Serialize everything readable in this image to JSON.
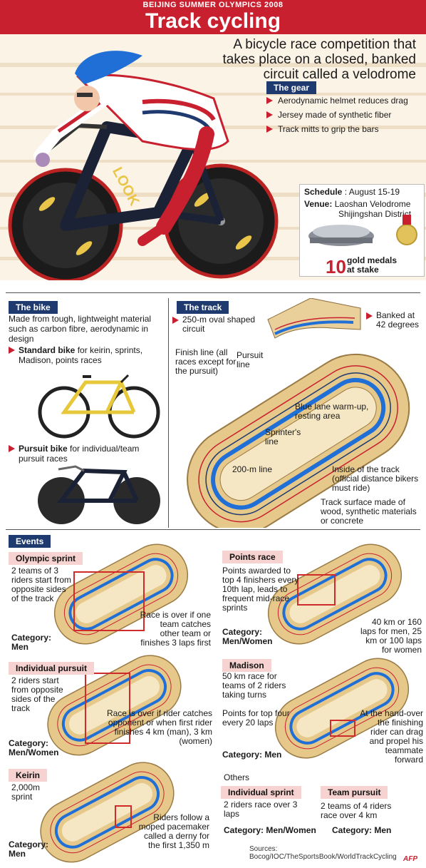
{
  "header": {
    "kicker": "BEIJING SUMMER OLYMPICS 2008",
    "title": "Track cycling"
  },
  "hero": {
    "subtitle": "A bicycle race competition that takes place on a closed, banked circuit called a velodrome",
    "bike_brand": "LOOK"
  },
  "gear": {
    "heading": "The gear",
    "items": [
      "Aerodynamic helmet reduces drag",
      "Jersey made of synthetic fiber",
      "Track mitts to grip the bars"
    ]
  },
  "schedule": {
    "label": "Schedule",
    "sep": ":",
    "dates": "August 15-19",
    "venue_label": "Venue:",
    "venue_line1": "Laoshan Velodrome",
    "venue_line2": "Shijingshan District",
    "medals_number": "10",
    "medals_text_1": "gold medals",
    "medals_text_2": "at stake"
  },
  "bike": {
    "heading": "The bike",
    "description": "Made from tough, lightweight material such as carbon fibre, aerodynamic in design",
    "standard_bold": "Standard bike",
    "standard_rest": " for keirin, sprints, Madison, points races",
    "pursuit_bold": "Pursuit bike",
    "pursuit_rest": " for individual/team pursuit races"
  },
  "track": {
    "heading": "The track",
    "oval": "250-m oval shaped circuit",
    "banked": "Banked at 42 degrees",
    "finish_line": "Finish line (all races except for the pursuit)",
    "pursuit_line": "Pursuit line",
    "blue_lane": "Blue lane warm-up, resting area",
    "sprinters_line": "Sprinter's line",
    "two_hundred": "200-m line",
    "inside": "Inside of the track (official distance bikers must ride)",
    "surface": "Track surface made of wood, synthetic materials or concrete"
  },
  "events": {
    "heading": "Events",
    "olympic_sprint": {
      "title": "Olympic sprint",
      "desc": "2 teams of 3 riders start from opposite sides of the track",
      "note": "Race is over if one team catches other team or finishes 3 laps first",
      "category": "Category: Men"
    },
    "points_race": {
      "title": "Points race",
      "desc": "Points awarded to top 4 finishers every 10th lap, leads to frequent mid-race sprints",
      "note": "40 km or 160 laps for men, 25 km or 100 laps for women",
      "category": "Category: Men/Women"
    },
    "individual_pursuit": {
      "title": "Individual pursuit",
      "desc": "2 riders start from opposite sides of the track",
      "note": "Race is over if rider catches opponent or when first rider finishes 4 km (man), 3 km (women)",
      "category": "Category: Men/Women"
    },
    "madison": {
      "title": "Madison",
      "desc": "50 km race for teams of 2 riders taking turns",
      "desc2": "Points for top four every 20 laps",
      "note": "At the hand-over the finishing rider can drag and propel his teammate forward",
      "category": "Category: Men"
    },
    "keirin": {
      "title": "Keirin",
      "desc": "2,000m sprint",
      "note": "Riders follow a moped pacemaker called a derny for the first 1,350 m",
      "category": "Category: Men"
    },
    "others": "Others",
    "individual_sprint": {
      "title": "Individual sprint",
      "desc": "2 riders race over 3 laps",
      "category": "Category: Men/Women"
    },
    "team_pursuit": {
      "title": "Team pursuit",
      "desc": "2 teams of 4 riders race over 4 km",
      "category": "Category: Men"
    }
  },
  "footer": {
    "sources": "Sources: Bocog/IOC/TheSportsBook/WorldTrackCycling",
    "agency": "AFP"
  }
}
